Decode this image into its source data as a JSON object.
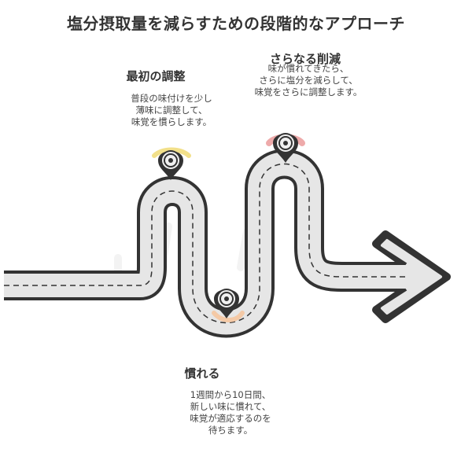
{
  "title": "塩分摂取量を減らすための段階的なアプローチ",
  "steps": [
    {
      "title": "最初の調整",
      "description": "普段の味付けを少し\n薄味に調整して、\n味覚を慣らします。",
      "marker_accent": "#f2e08a"
    },
    {
      "title": "慣れる",
      "description": "1週間から10日間、\n新しい味に慣れて、\n味覚が適応するのを\n待ちます。",
      "marker_accent": "#f4c9a6"
    },
    {
      "title": "さらなる削減",
      "description": "味が慣れてきたら、\nさらに塩分を減らして、\n味覚をさらに調整します。",
      "marker_accent": "#eeaaaa"
    }
  ],
  "colors": {
    "road_fill": "#e6e6e6",
    "road_outline": "#333333",
    "center_line": "#333333",
    "marker_ring": "#333333",
    "marker_fill": "#f0f0f0"
  },
  "icons": {
    "step_marker": "map-pin-icon",
    "road_end": "arrow-right-icon"
  }
}
